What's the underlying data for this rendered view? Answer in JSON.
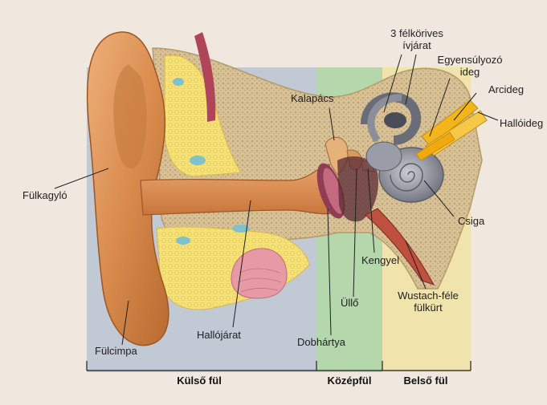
{
  "labels": {
    "fulkagylo": "Fülkagyló",
    "fulcimpa": "Fülcimpa",
    "hallojarat": "Hallójárat",
    "kalapacs": "Kalapács",
    "dobhartya": "Dobhártya",
    "ullo": "Üllő",
    "kengyel": "Kengyel",
    "felkorives_line1": "3 félkörives",
    "felkorives_line2": "ívjárat",
    "egyensulyozo_line1": "Egyensúlyozó",
    "egyensulyozo_line2": "ideg",
    "arcideg": "Arcideg",
    "halloideg": "Hallóideg",
    "csiga": "Csiga",
    "wustach_line1": "Wustach-féle",
    "wustach_line2": "fülkürt"
  },
  "sections": {
    "kulso": "Külső fül",
    "kozep": "Középfül",
    "belso": "Belső fül"
  },
  "colors": {
    "background": "#f0e7df",
    "outer_ear_zone": "#b9c3d4",
    "middle_ear_zone": "#a9d3a2",
    "inner_ear_zone": "#efe3a6",
    "skin": "#d98c4e",
    "bone": "#e3cf9e",
    "cartilage_yellow": "#f6e27a",
    "cochlea_gray": "#8c8f99",
    "nerve_yellow": "#f2b61c"
  }
}
